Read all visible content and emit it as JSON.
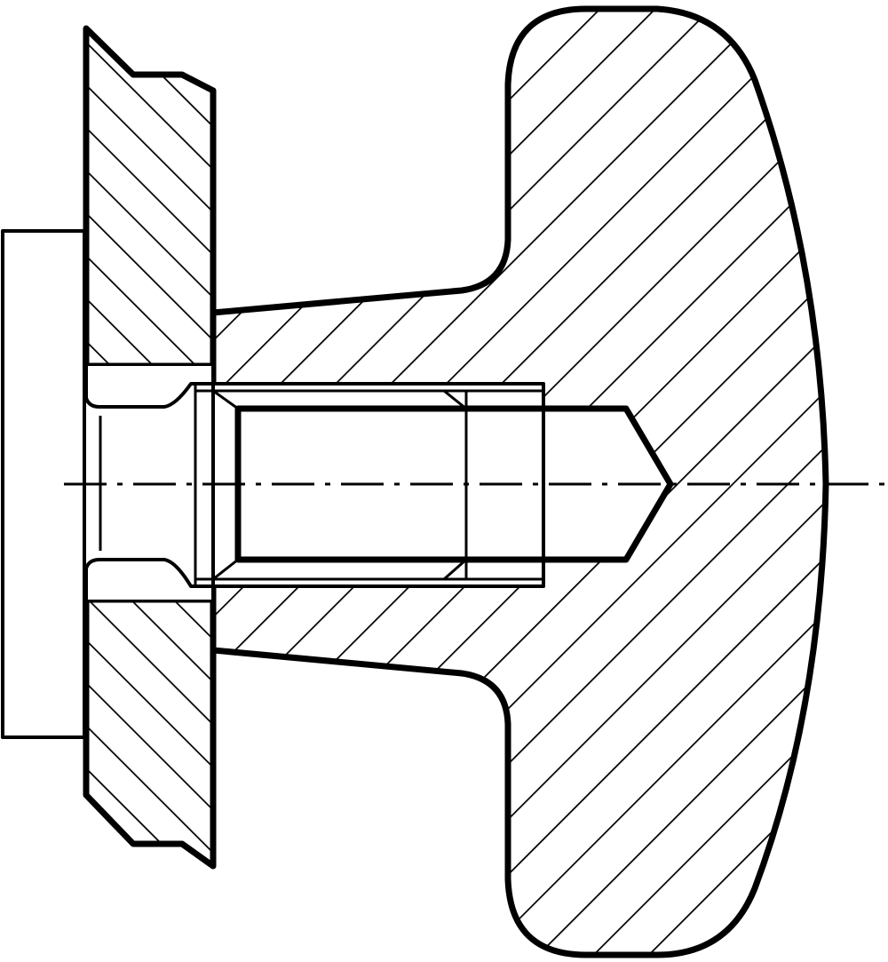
{
  "figure": {
    "kind": "technical-section-drawing",
    "subject": "wing-knob-with-threaded-insert-and-washer",
    "labels": [],
    "colors": {
      "line": "#000000",
      "background": "#ffffff"
    },
    "hatch": "diagonal"
  }
}
